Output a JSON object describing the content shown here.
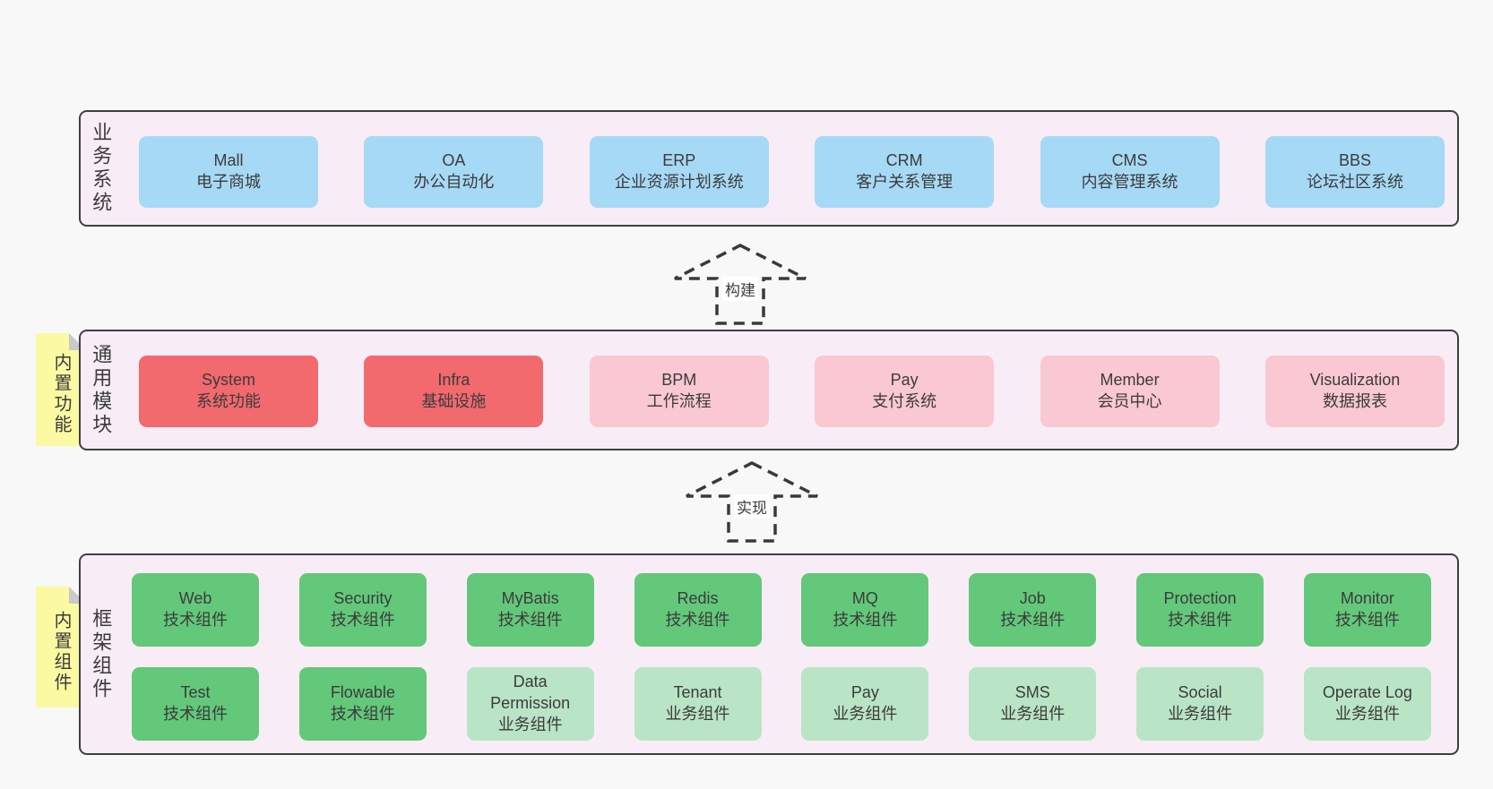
{
  "colors": {
    "page_background": "#f8f8f8",
    "container_fill": "#f8edf6",
    "container_border": "#3f3f3f",
    "blue_box": "#a6d9f5",
    "red_box": "#f2696e",
    "pink_box": "#f9c8d2",
    "green_box": "#63c87a",
    "lightgreen_box": "#b9e4c6",
    "note_yellow": "#fbfaa3",
    "note_fold_gray": "#c9c9c9",
    "text": "#3b3b3b"
  },
  "arrows": [
    {
      "label": "构建"
    },
    {
      "label": "实现"
    }
  ],
  "notes": [
    {
      "text": "内置功能"
    },
    {
      "text": "内置组件"
    }
  ],
  "layers": {
    "business": {
      "label": "业务系统",
      "boxes": [
        {
          "name": "Mall",
          "desc": "电子商城"
        },
        {
          "name": "OA",
          "desc": "办公自动化"
        },
        {
          "name": "ERP",
          "desc": "企业资源计划系统"
        },
        {
          "name": "CRM",
          "desc": "客户关系管理"
        },
        {
          "name": "CMS",
          "desc": "内容管理系统"
        },
        {
          "name": "BBS",
          "desc": "论坛社区系统"
        }
      ]
    },
    "modules": {
      "label": "通用模块",
      "boxes": [
        {
          "name": "System",
          "desc": "系统功能"
        },
        {
          "name": "Infra",
          "desc": "基础设施"
        },
        {
          "name": "BPM",
          "desc": "工作流程"
        },
        {
          "name": "Pay",
          "desc": "支付系统"
        },
        {
          "name": "Member",
          "desc": "会员中心"
        },
        {
          "name": "Visualization",
          "desc": "数据报表"
        }
      ]
    },
    "framework": {
      "label": "框架组件",
      "row1": [
        {
          "name": "Web",
          "desc": "技术组件"
        },
        {
          "name": "Security",
          "desc": "技术组件"
        },
        {
          "name": "MyBatis",
          "desc": "技术组件"
        },
        {
          "name": "Redis",
          "desc": "技术组件"
        },
        {
          "name": "MQ",
          "desc": "技术组件"
        },
        {
          "name": "Job",
          "desc": "技术组件"
        },
        {
          "name": "Protection",
          "desc": "技术组件"
        },
        {
          "name": "Monitor",
          "desc": "技术组件"
        }
      ],
      "row2": [
        {
          "name": "Test",
          "desc": "技术组件"
        },
        {
          "name": "Flowable",
          "desc": "技术组件"
        },
        {
          "name": "Data Permission",
          "desc": "业务组件"
        },
        {
          "name": "Tenant",
          "desc": "业务组件"
        },
        {
          "name": "Pay",
          "desc": "业务组件"
        },
        {
          "name": "SMS",
          "desc": "业务组件"
        },
        {
          "name": "Social",
          "desc": "业务组件"
        },
        {
          "name": "Operate Log",
          "desc": "业务组件"
        }
      ]
    }
  }
}
